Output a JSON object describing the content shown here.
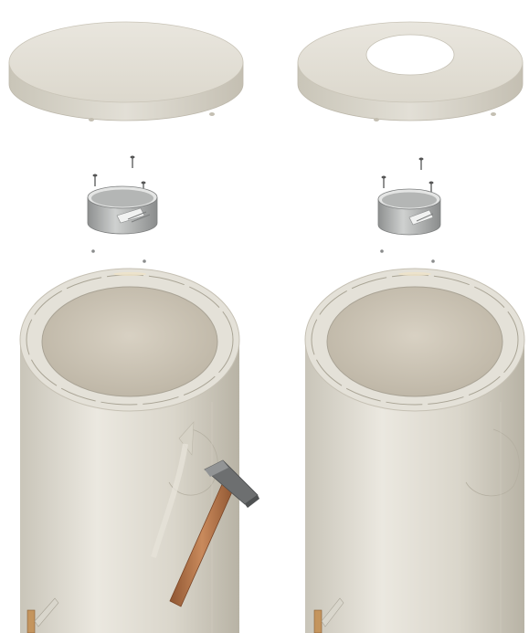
{
  "diagram": {
    "variants": [
      {
        "id": "closed-top",
        "top_plate": "solid",
        "shows_hammer": true
      },
      {
        "id": "open-top",
        "top_plate": "with-center-hole",
        "shows_hammer": false
      }
    ],
    "parts": [
      "top-plate",
      "mounting-screw",
      "adapter-ring",
      "stove-body",
      "hammer",
      "knock-out-plate",
      "door-handle"
    ],
    "colors": {
      "body_light": "#e6e3da",
      "body_mid": "#d4d0c4",
      "body_dark": "#b6b1a3",
      "inner": "#cfc8b9",
      "steel": "#9ea0a0",
      "hammer_head": "#6d6f70",
      "handle": "#b6794e"
    }
  }
}
